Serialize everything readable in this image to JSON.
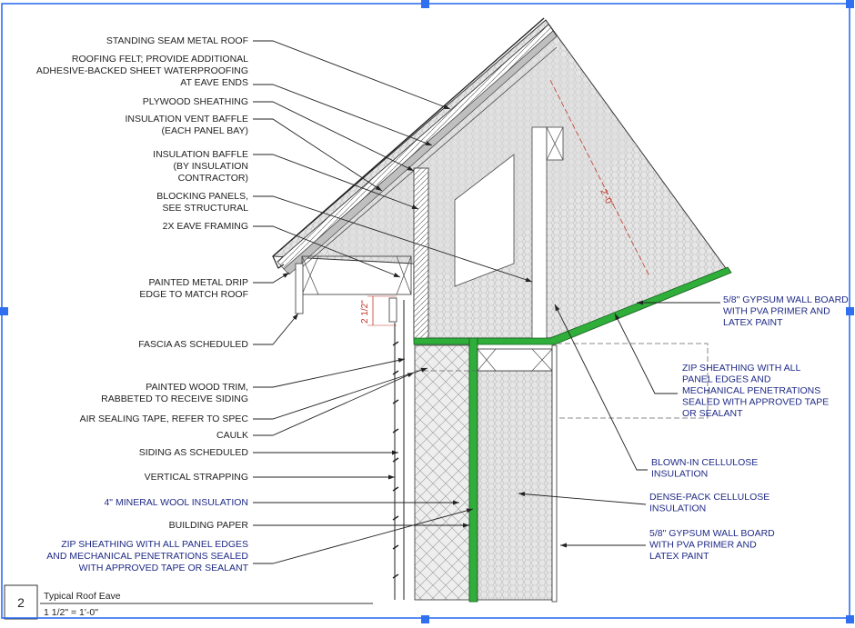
{
  "left_labels": [
    {
      "lines": [
        "STANDING SEAM METAL ROOF"
      ],
      "blue": false
    },
    {
      "lines": [
        "ROOFING FELT; PROVIDE ADDITIONAL",
        "ADHESIVE-BACKED SHEET WATERPROOFING",
        "AT EAVE ENDS"
      ],
      "blue": false
    },
    {
      "lines": [
        "PLYWOOD SHEATHING"
      ],
      "blue": false
    },
    {
      "lines": [
        "INSULATION VENT BAFFLE",
        "(EACH PANEL BAY)"
      ],
      "blue": false
    },
    {
      "lines": [
        "INSULATION BAFFLE",
        "(BY INSULATION",
        "CONTRACTOR)"
      ],
      "blue": false
    },
    {
      "lines": [
        "BLOCKING PANELS,",
        "SEE STRUCTURAL"
      ],
      "blue": false
    },
    {
      "lines": [
        "2X EAVE FRAMING"
      ],
      "blue": false
    },
    {
      "lines": [
        "PAINTED METAL DRIP",
        "EDGE TO MATCH ROOF"
      ],
      "blue": false
    },
    {
      "lines": [
        "FASCIA AS SCHEDULED"
      ],
      "blue": false
    },
    {
      "lines": [
        "PAINTED WOOD TRIM,",
        "RABBETED TO RECEIVE SIDING"
      ],
      "blue": false
    },
    {
      "lines": [
        "AIR SEALING TAPE, REFER TO SPEC"
      ],
      "blue": false
    },
    {
      "lines": [
        "CAULK"
      ],
      "blue": false
    },
    {
      "lines": [
        "SIDING AS SCHEDULED"
      ],
      "blue": false
    },
    {
      "lines": [
        "VERTICAL STRAPPING"
      ],
      "blue": false
    },
    {
      "lines": [
        "4\" MINERAL WOOL INSULATION"
      ],
      "blue": true
    },
    {
      "lines": [
        "BUILDING PAPER"
      ],
      "blue": false
    },
    {
      "lines": [
        "ZIP SHEATHING WITH ALL PANEL EDGES",
        "AND MECHANICAL PENETRATIONS SEALED",
        "WITH APPROVED TAPE OR SEALANT"
      ],
      "blue": true
    }
  ],
  "right_labels": [
    {
      "lines": [
        "5/8\" GYPSUM WALL BOARD",
        "WITH PVA PRIMER AND",
        "LATEX PAINT"
      ],
      "blue": true
    },
    {
      "lines": [
        "ZIP SHEATHING WITH ALL",
        "PANEL EDGES AND",
        "MECHANICAL PENETRATIONS",
        "SEALED WITH APPROVED TAPE",
        "OR SEALANT"
      ],
      "blue": true
    },
    {
      "lines": [
        "BLOWN-IN CELLULOSE",
        "INSULATION"
      ],
      "blue": true
    },
    {
      "lines": [
        "DENSE-PACK CELLULOSE",
        "INSULATION"
      ],
      "blue": true
    },
    {
      "lines": [
        "5/8\" GYPSUM WALL BOARD",
        "WITH PVA PRIMER AND",
        "LATEX PAINT"
      ],
      "blue": true
    }
  ],
  "dimensions": {
    "eave": "2 1/2\"",
    "rafter": "2'-0\""
  },
  "title_block": {
    "number": "2",
    "title": "Typical Roof Eave",
    "scale": "1 1/2\" = 1'-0\""
  },
  "colors": {
    "line": "#222222",
    "blue_text": "#1f2a86",
    "green_membrane": "#2fae3a",
    "dimension": "#c0392b",
    "selection": "#2f6ff0",
    "insulation_fill": "#e4e4e4"
  }
}
